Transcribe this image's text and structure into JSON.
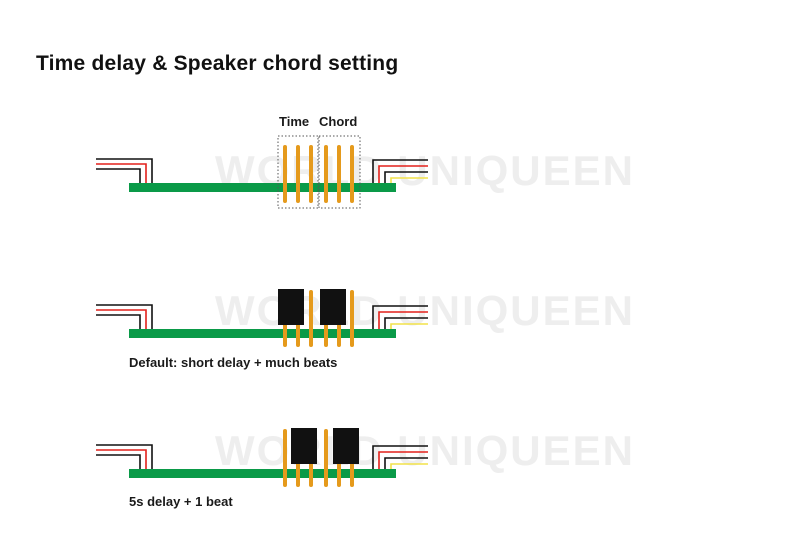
{
  "title": "Time delay & Speaker chord setting",
  "watermark": "WORLD UNIQUEEN",
  "header": {
    "time": "Time",
    "chord": "Chord"
  },
  "captions": {
    "default": "Default: short delay + much beats",
    "five_sec": "5s delay + 1 beat"
  },
  "colors": {
    "board": "#0a9a48",
    "pin": "#e59a1c",
    "jumper": "#111111",
    "wire_red": "#e3211b",
    "wire_black": "#111111",
    "wire_white": "#cfcfcf",
    "wire_yellow": "#f2e24a"
  }
}
